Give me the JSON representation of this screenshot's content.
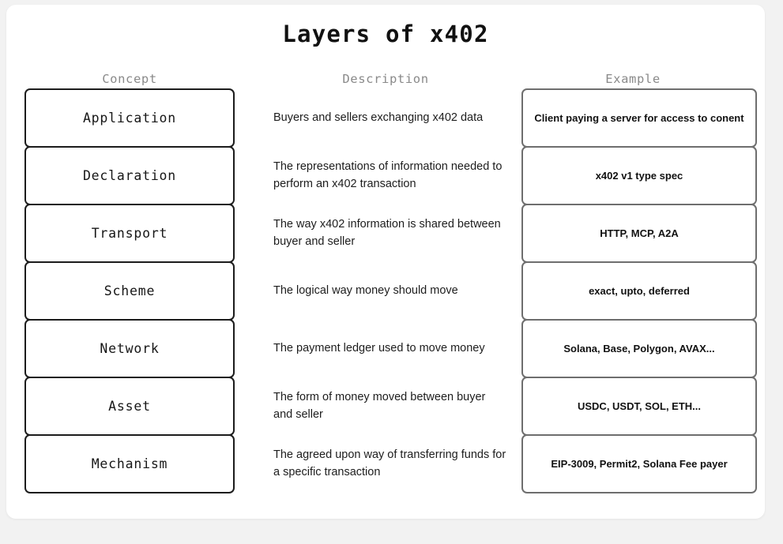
{
  "card": {
    "title": "Layers of x402",
    "background_color": "#f2f2f2",
    "surface_color": "#ffffff"
  },
  "columns": {
    "concept_header": "Concept",
    "description_header": "Description",
    "example_header": "Example"
  },
  "colors": {
    "concept_border": "#1c1c1c",
    "example_border": "#6e6e6e",
    "header_text": "#8a8a8a",
    "body_text": "#1d1d1d"
  },
  "rows": [
    {
      "concept": "Application",
      "description": "Buyers and sellers exchanging x402 data",
      "example": "Client paying a server for access to conent"
    },
    {
      "concept": "Declaration",
      "description": "The representations of information needed to perform an x402 transaction",
      "example": "x402 v1 type spec"
    },
    {
      "concept": "Transport",
      "description": "The way x402 information is shared between buyer and seller",
      "example": "HTTP, MCP, A2A"
    },
    {
      "concept": "Scheme",
      "description": "The logical way money should move",
      "example": "exact, upto, deferred"
    },
    {
      "concept": "Network",
      "description": "The payment ledger used to move money",
      "example": "Solana, Base, Polygon, AVAX..."
    },
    {
      "concept": "Asset",
      "description": "The form of money moved between buyer and seller",
      "example": "USDC, USDT, SOL, ETH..."
    },
    {
      "concept": "Mechanism",
      "description": "The agreed upon way of transferring funds for a specific transaction",
      "example": "EIP-3009, Permit2, Solana Fee payer"
    }
  ]
}
